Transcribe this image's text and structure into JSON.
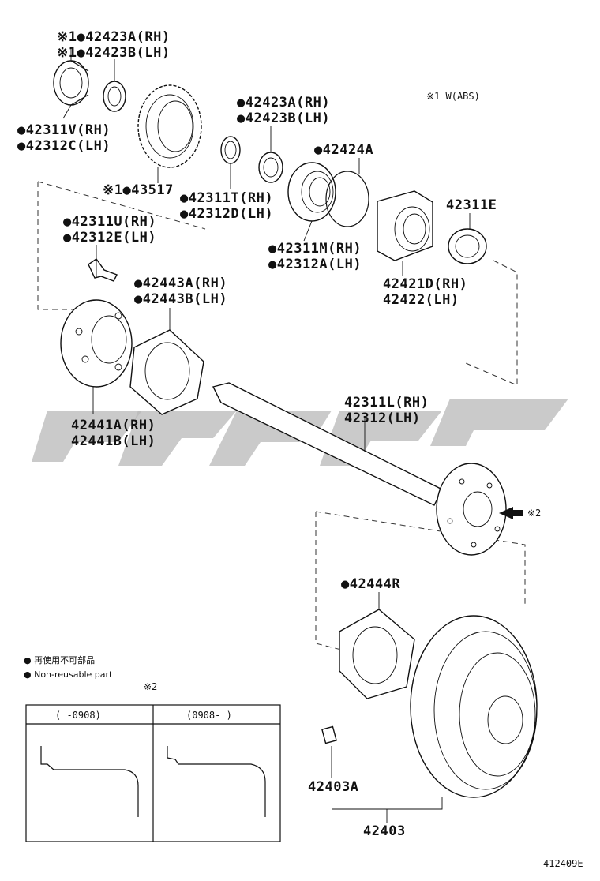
{
  "legend": {
    "abs_note": "※1 W(ABS)",
    "non_reusable_jp": "● 再使用不可部品",
    "non_reusable_en": "● Non-reusable part",
    "ref2_mark": "※2"
  },
  "labels": {
    "l42423a": "※1●42423A(RH)",
    "l42423b": "※1●42423B(LH)",
    "l42311v": "●42311V(RH)",
    "l42312c": "●42312C(LH)",
    "l43517": "※1●43517",
    "l42423a_2": "●42423A(RH)",
    "l42423b_2": "●42423B(LH)",
    "l42424a": "●42424A",
    "l42311t": "●42311T(RH)",
    "l42312d": "●42312D(LH)",
    "l42311e": "42311E",
    "l42311u": "●42311U(RH)",
    "l42312e": "●42312E(LH)",
    "l42311m": "●42311M(RH)",
    "l42312a": "●42312A(LH)",
    "l42421d": "42421D(RH)",
    "l42422": "42422(LH)",
    "l42443a": "●42443A(RH)",
    "l42443b": "●42443B(LH)",
    "l42311l": "42311L(RH)",
    "l42312": "42312(LH)",
    "l42441a": "42441A(RH)",
    "l42441b": "42441B(LH)",
    "ref2_arrow": "※2",
    "l42444r": "●42444R",
    "l42403a": "42403A",
    "l42403": "42403"
  },
  "inset": {
    "title": "※2",
    "col1": "(     -0908)",
    "col2": "(0908-     )"
  },
  "footer_code": "412409E"
}
